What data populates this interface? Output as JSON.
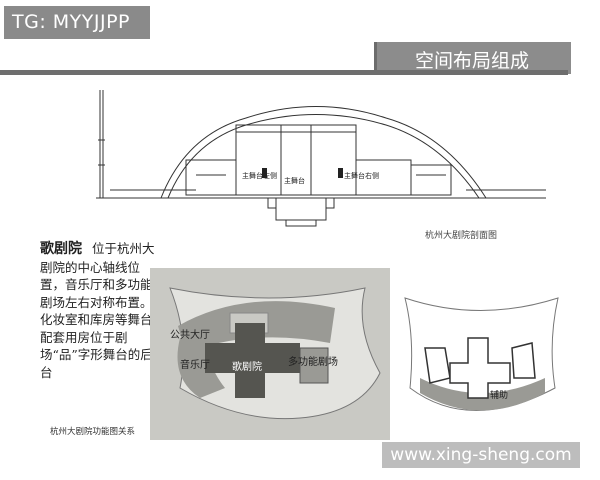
{
  "tag": "TG: MYYJJPP",
  "title": "空间布局组成",
  "section": {
    "caption": "杭州大剧院剖面图",
    "labels": {
      "left": "主舞台左侧",
      "center": "主舞台",
      "right": "主舞台右侧"
    }
  },
  "description": {
    "heading": "歌剧院",
    "body": "位于杭州大剧院的中心轴线位置，音乐厅和多功能剧场左右对称布置。化妆室和库房等舞台配套用房位于剧场“品”字形舞台的后台"
  },
  "function_diagram": {
    "caption": "杭州大剧院功能图关系",
    "labels": {
      "hall": "公共大厅",
      "music": "音乐厅",
      "opera": "歌剧院",
      "multi": "多功能剧场",
      "aux": "辅助"
    }
  },
  "watermark": "www.xing-sheng.com"
}
